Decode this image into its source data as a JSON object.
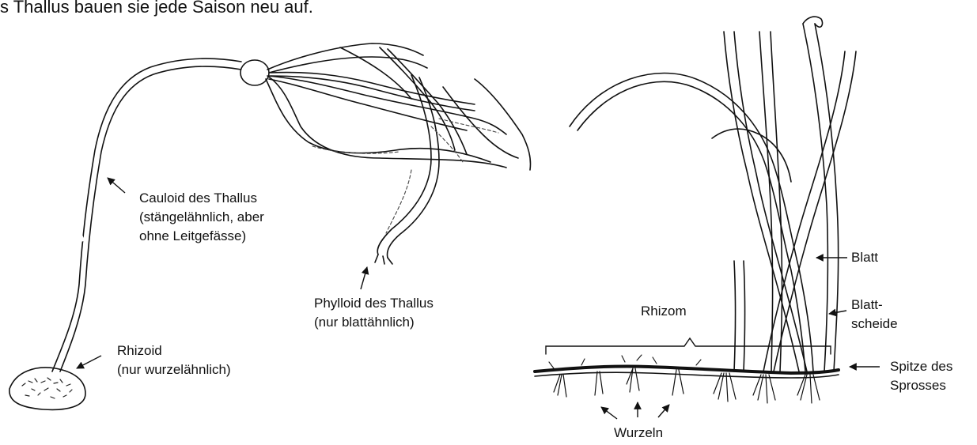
{
  "intro_text": {
    "line1": "",
    "line2": "s Thallus bauen sie jede Saison neu auf."
  },
  "alga_labels": {
    "cauloid": [
      "Cauloid des Thallus",
      "(stängelähnlich, aber",
      "ohne Leitgefässe)"
    ],
    "phylloid": [
      "Phylloid des Thallus",
      "(nur blattähnlich)"
    ],
    "rhizoid": [
      "Rhizoid",
      "(nur wurzelähnlich)"
    ]
  },
  "plant_labels": {
    "blatt": "Blatt",
    "blattscheide": [
      "Blatt-",
      "scheide"
    ],
    "rhizom": "Rhizom",
    "spitze": [
      "Spitze des",
      "Sprosses"
    ],
    "wurzeln": "Wurzeln"
  },
  "colors": {
    "ink": "#111111",
    "background": "#ffffff"
  }
}
